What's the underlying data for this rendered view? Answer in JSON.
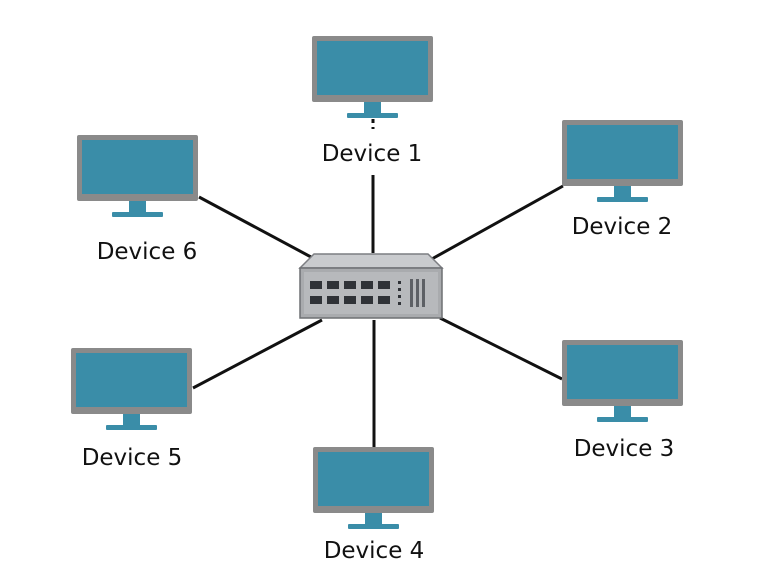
{
  "diagram": {
    "hub": {
      "icon": "network-switch-icon",
      "colors": {
        "body": "#a9abae",
        "body_dark": "#6e7074",
        "port": "#2f3237"
      }
    },
    "devices": [
      {
        "label": "Device 1"
      },
      {
        "label": "Device 2"
      },
      {
        "label": "Device 3"
      },
      {
        "label": "Device 4"
      },
      {
        "label": "Device 5"
      },
      {
        "label": "Device 6"
      }
    ],
    "colors": {
      "screen": "#3a8da8",
      "frame": "#8a8a8a",
      "link": "#111111"
    }
  }
}
